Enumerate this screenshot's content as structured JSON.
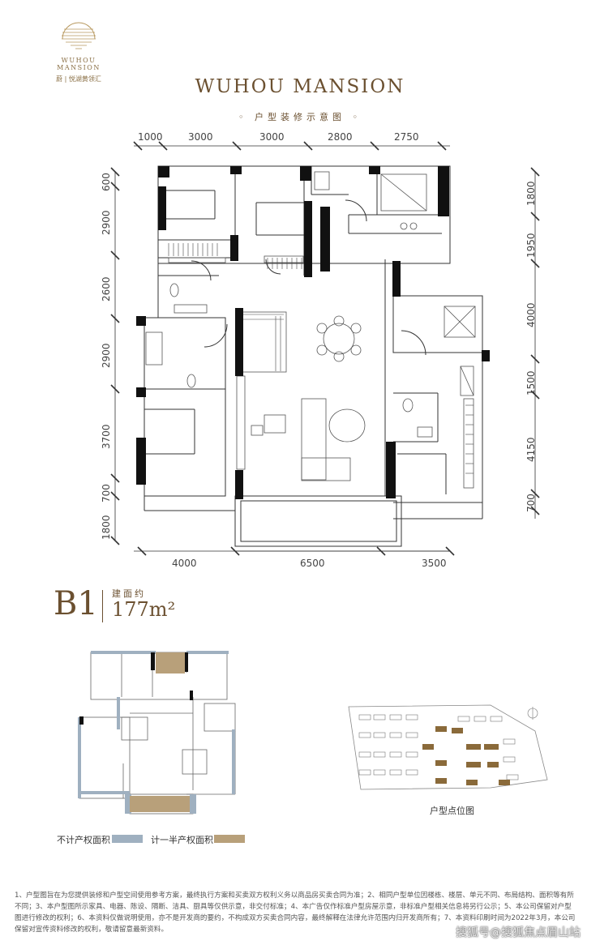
{
  "brand": {
    "logo_en": "WUHOU MANSION",
    "logo_cn": "蔚 | 悦湖黄领汇"
  },
  "header": {
    "title": "WUHOU MANSION",
    "subtitle": "◦ 户型装修示意图 ◦"
  },
  "dimensions": {
    "top": [
      "1000",
      "3000",
      "3000",
      "2800",
      "2750"
    ],
    "bottom": [
      "4000",
      "6500",
      "3500"
    ],
    "left": [
      "600",
      "2900",
      "2600",
      "2900",
      "3700",
      "700",
      "1800"
    ],
    "right": [
      "1800",
      "1950",
      "4000",
      "1500",
      "4150",
      "700"
    ]
  },
  "unit": {
    "code": "B1",
    "area_label": "建面约",
    "area_value": "177m²"
  },
  "legend": {
    "not_counted": "不计产权面积",
    "half_counted": "计一半产权面积"
  },
  "siteplan": {
    "label": "户型点位图"
  },
  "footer": {
    "line1": "1、户型图旨在为您提供装修和户型空间使用参考方案，最终执行方案和买卖双方权利义务以商品房买卖合同为准；2、相同户型单位因楼栋、楼层、单元不同、布局结构、面积等有所",
    "line2": "不同；3、本户型图所示家具、电器、陈设、隔断、洁具、厨具等仅供示意，非交付标准；4、本广告仅作标准户型房屋示意，非标准户型相关信息将另行公示；5、本公司保留对户型",
    "line3": "图进行修改的权利；6、本资料仅做说明使用，亦不是开发商的要约，不构成双方买卖合同内容，最终解释在法律允许范围内归开发商所有；7、本资料印刷时间为2022年3月，本公司",
    "line4": "保留对宣传资料修改的权利，敬请留意最新资料。"
  },
  "watermark": "搜狐号@搜狐焦点眉山站",
  "colors": {
    "gold": "#6b5030",
    "wall": "#111111",
    "not_counted": "#9fb0c0",
    "half_counted": "#b8a07a"
  }
}
